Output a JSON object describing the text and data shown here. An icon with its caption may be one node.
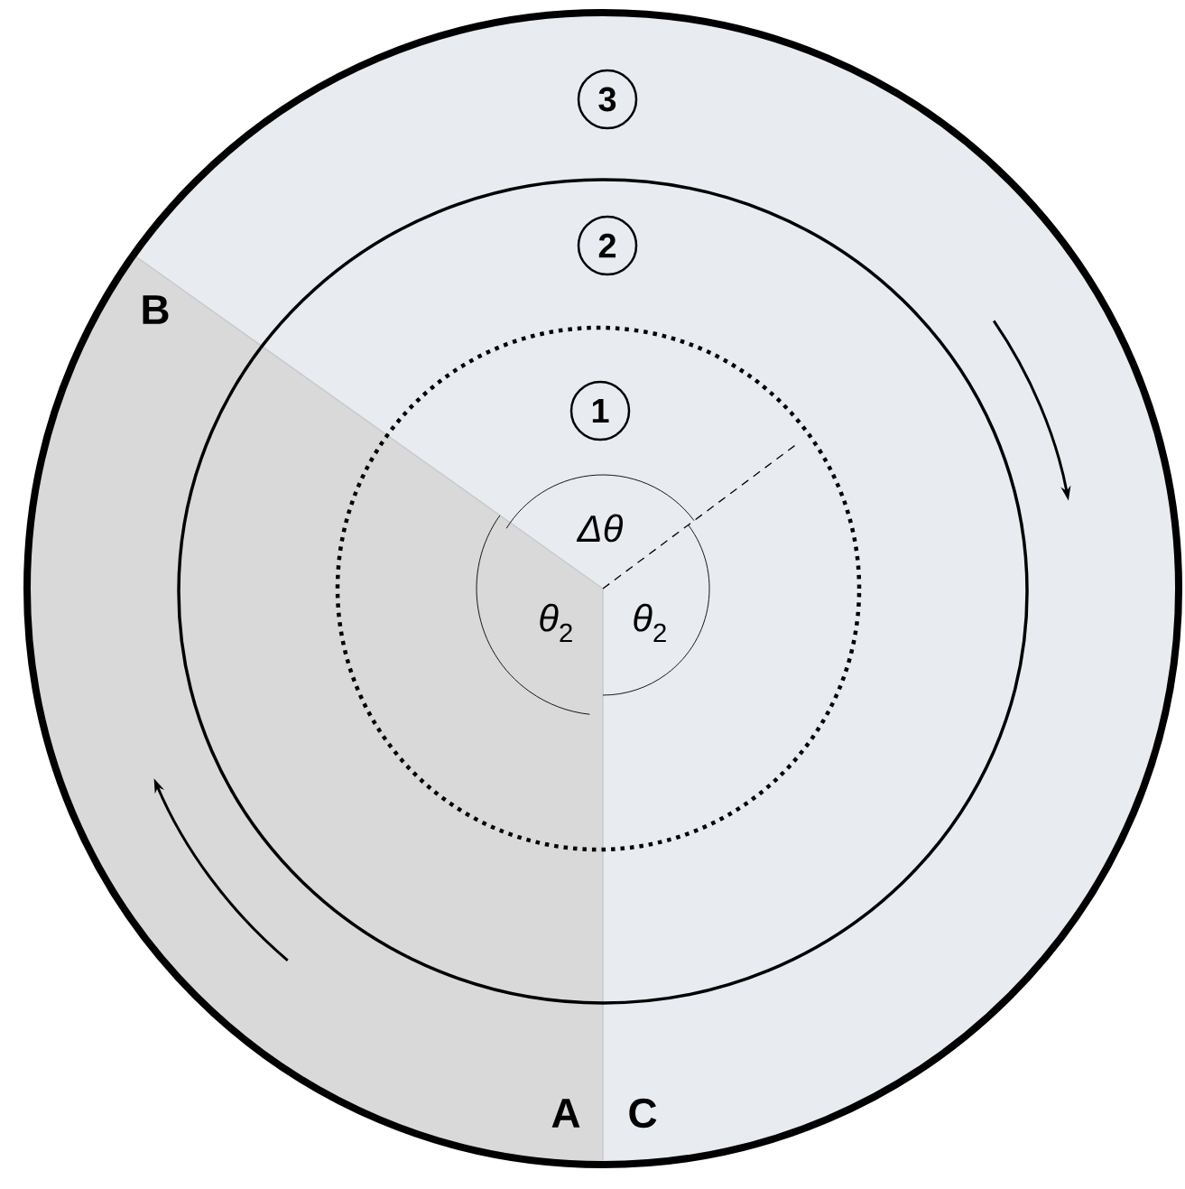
{
  "diagram": {
    "nodes": [
      {
        "text": [
          "3"
        ]
      },
      {
        "text": [
          "2"
        ]
      },
      {
        "text": [
          "1"
        ]
      }
    ],
    "labels": [
      "B",
      "Δθ",
      "*θ*$_{2}$",
      "*θ*$_{2}$",
      "A",
      "C"
    ]
  }
}
